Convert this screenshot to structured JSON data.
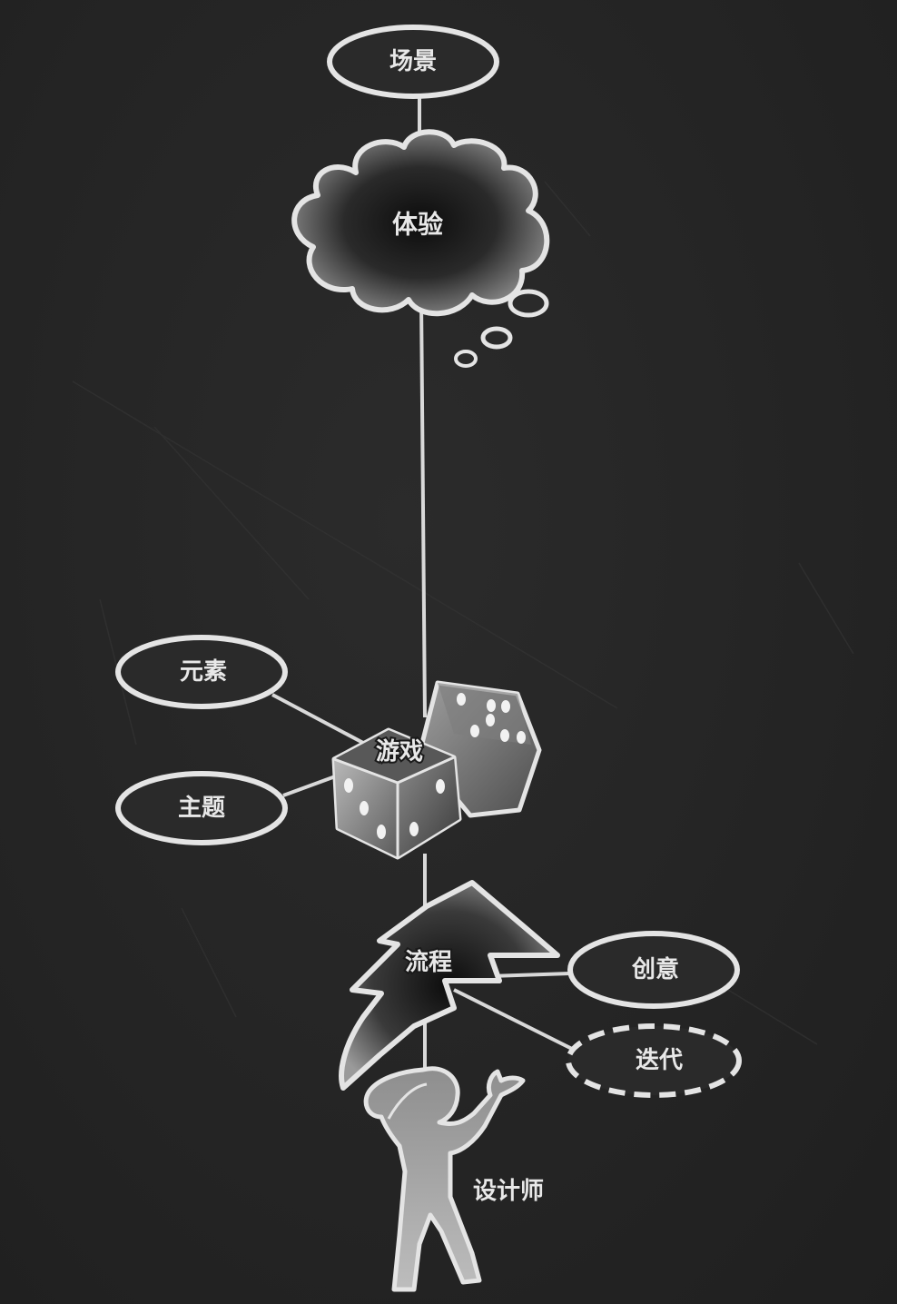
{
  "diagram": {
    "nodes": {
      "scene": {
        "label": "场景"
      },
      "experience": {
        "label": "体验"
      },
      "elements": {
        "label": "元素"
      },
      "theme": {
        "label": "主题"
      },
      "game": {
        "label": "游戏"
      },
      "process": {
        "label": "流程"
      },
      "creativity": {
        "label": "创意"
      },
      "iteration": {
        "label": "迭代"
      },
      "designer": {
        "label": "设计师"
      }
    },
    "icons": {
      "experience": "thought-cloud-icon",
      "game": "dice-icon",
      "process": "lightning-bolt-icon",
      "designer": "person-icon"
    },
    "colors": {
      "background": "#262626",
      "line": "#d9d9d9",
      "node_fill": "#2a2a2a"
    }
  }
}
